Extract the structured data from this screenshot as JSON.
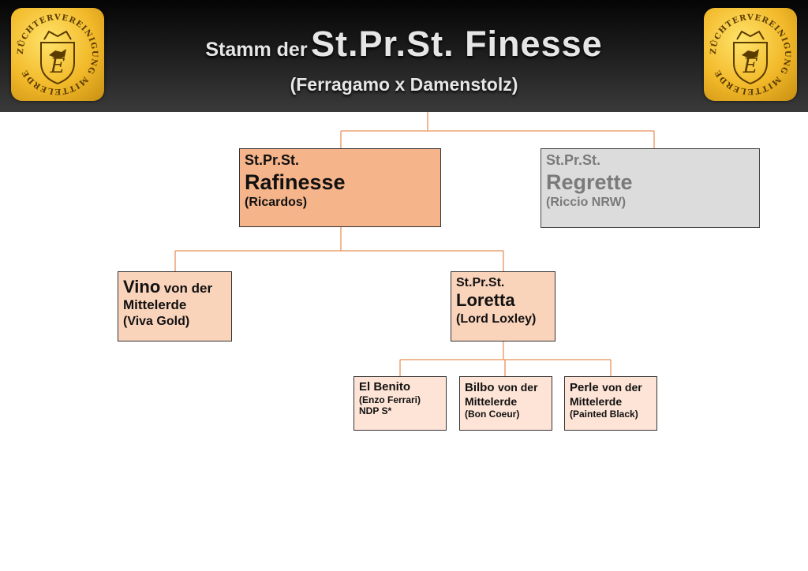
{
  "header": {
    "title_prefix": "Stamm der",
    "title_main": "St.Pr.St. Finesse",
    "subtitle": "(Ferragamo x Damenstolz)",
    "logo_text": "ZÜCHTERVEREINIGUNG MITTELERDE"
  },
  "colors": {
    "line": "#e8915c",
    "level1": "#f5b48a",
    "level2": "#fad3bb",
    "level3": "#fde4d6",
    "inactive": "#dcdcdc"
  },
  "nodes": {
    "rafinesse": {
      "prefix": "St.Pr.St.",
      "name": "Rafinesse",
      "sire": "(Ricardos)"
    },
    "regrette": {
      "prefix": "St.Pr.St.",
      "name": "Regrette",
      "sire": "(Riccio NRW)"
    },
    "vino": {
      "name": "Vino",
      "suffix": "von der",
      "line2": "Mittelerde",
      "sire": "(Viva Gold)"
    },
    "loretta": {
      "prefix": "St.Pr.St.",
      "name": "Loretta",
      "sire": "(Lord Loxley)"
    },
    "elbenito": {
      "name": "El Benito",
      "sire": "(Enzo Ferrari)",
      "extra": "NDP S*"
    },
    "bilbo": {
      "name": "Bilbo",
      "suffix": "von der",
      "line2": "Mittelerde",
      "sire": "(Bon Coeur)"
    },
    "perle": {
      "name": "Perle",
      "suffix": "von der",
      "line2": "Mittelerde",
      "sire": "(Painted Black)"
    }
  }
}
